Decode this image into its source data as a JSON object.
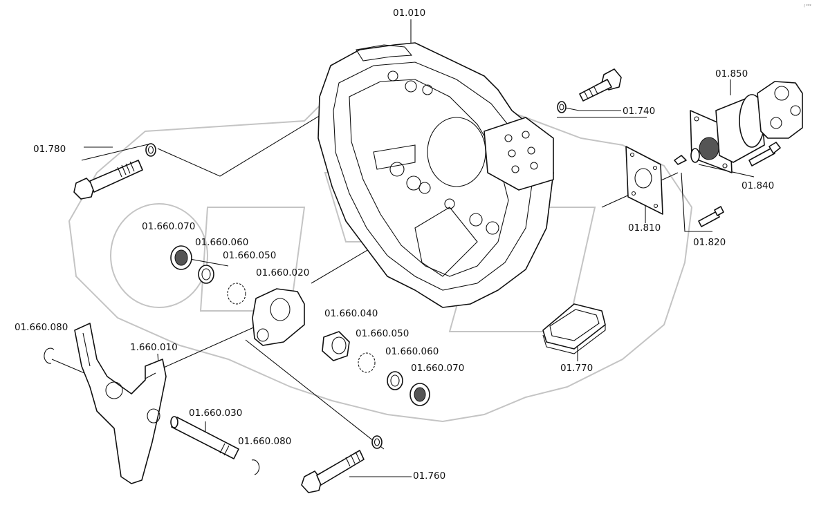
{
  "corner_mark": "/ ***",
  "labels": [
    {
      "id": "01-010",
      "text": "01.010"
    },
    {
      "id": "01-850",
      "text": "01.850"
    },
    {
      "id": "01-740",
      "text": "01.740"
    },
    {
      "id": "01-780",
      "text": "01.780"
    },
    {
      "id": "01-840",
      "text": "01.840"
    },
    {
      "id": "01-810",
      "text": "01.810"
    },
    {
      "id": "01-820",
      "text": "01.820"
    },
    {
      "id": "01-660-070a",
      "text": "01.660.070"
    },
    {
      "id": "01-660-060a",
      "text": "01.660.060"
    },
    {
      "id": "01-660-050a",
      "text": "01.660.050"
    },
    {
      "id": "01-660-020",
      "text": "01.660.020"
    },
    {
      "id": "01-660-040",
      "text": "01.660.040"
    },
    {
      "id": "01-660-050b",
      "text": "01.660.050"
    },
    {
      "id": "01-660-060b",
      "text": "01.660.060"
    },
    {
      "id": "01-660-070b",
      "text": "01.660.070"
    },
    {
      "id": "01-660-080a",
      "text": "01.660.080"
    },
    {
      "id": "1-660-010",
      "text": "1.660.010"
    },
    {
      "id": "01-660-030",
      "text": "01.660.030"
    },
    {
      "id": "01-660-080b",
      "text": "01.660.080"
    },
    {
      "id": "01-760",
      "text": "01.760"
    },
    {
      "id": "01-770",
      "text": "01.770"
    }
  ]
}
